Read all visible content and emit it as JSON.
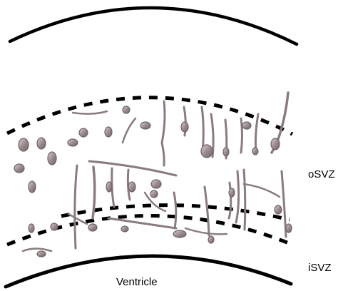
{
  "labels": {
    "osvz": "oSVZ",
    "isvz": "iSVZ",
    "ventricle": "Ventricle"
  },
  "colors": {
    "boundary_line": "#000000",
    "cell_fill": "#9c8c8e",
    "cell_stroke": "#6f6264",
    "background": "#ffffff"
  }
}
